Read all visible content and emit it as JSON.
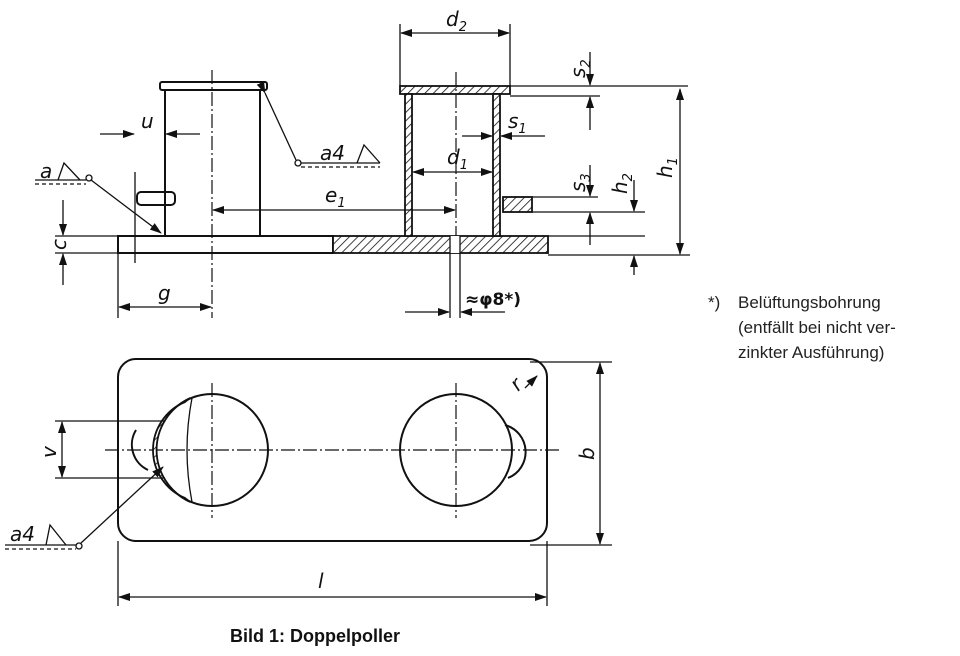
{
  "figure": {
    "caption": "Bild 1: Doppelpoller",
    "labels": {
      "d2": "d",
      "d2_sub": "2",
      "d1": "d",
      "d1_sub": "1",
      "s1": "s",
      "s1_sub": "1",
      "s2": "s",
      "s2_sub": "2",
      "s3": "s",
      "s3_sub": "3",
      "h1": "h",
      "h1_sub": "1",
      "h2": "h",
      "h2_sub": "2",
      "e1": "e",
      "e1_sub": "1",
      "u": "u",
      "c": "c",
      "g": "g",
      "vent": "≈φ8*)",
      "weld_top": "a4",
      "weld_left": "a",
      "weld_bottom": "a4",
      "v": "v",
      "b": "b",
      "l": "l",
      "r": "r"
    },
    "footnote": {
      "marker": "*)",
      "lines": [
        "Belüftungsbohrung",
        "(entfällt bei nicht ver-",
        "zinkter Ausführung)"
      ]
    }
  }
}
